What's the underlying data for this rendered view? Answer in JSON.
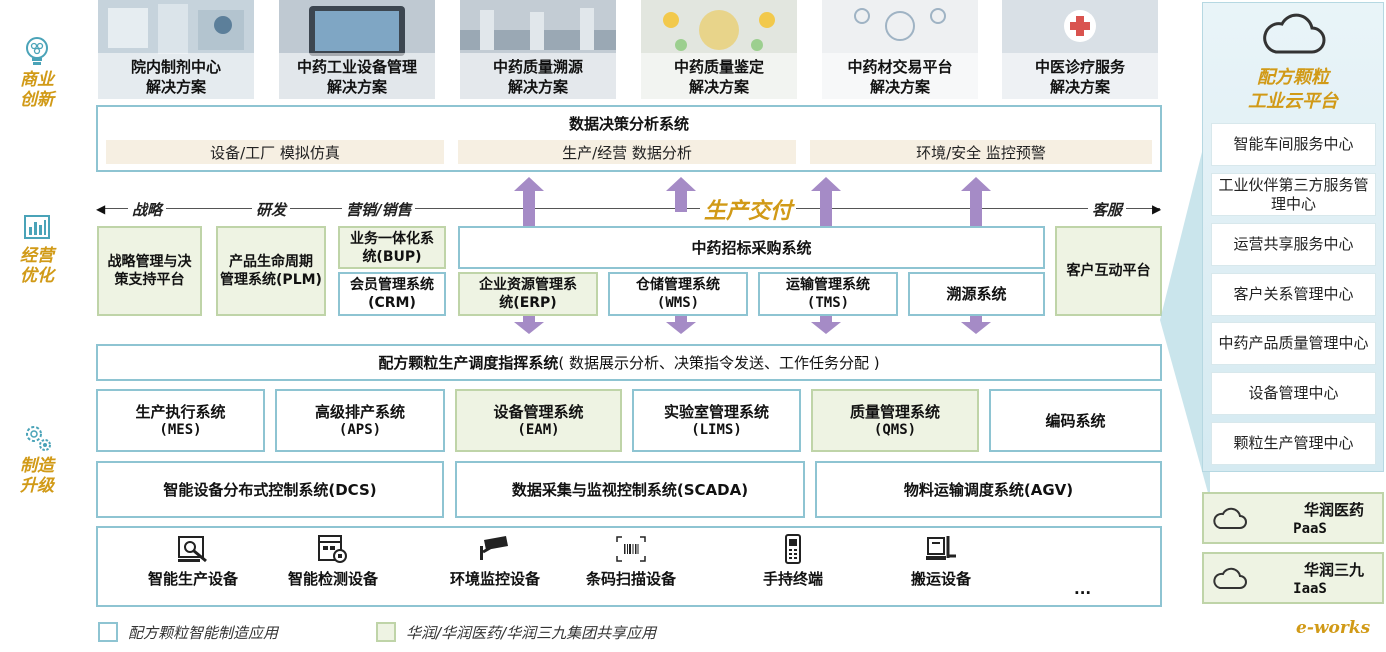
{
  "categories": [
    {
      "label": "商业\n创新",
      "icon": "lightbulb-icon"
    },
    {
      "label": "经营\n优化",
      "icon": "bar-chart-icon"
    },
    {
      "label": "制造\n升级",
      "icon": "gears-icon"
    }
  ],
  "solutions": [
    {
      "line1": "院内制剂中心",
      "line2": "解决方案"
    },
    {
      "line1": "中药工业设备管理",
      "line2": "解决方案"
    },
    {
      "line1": "中药质量溯源",
      "line2": "解决方案"
    },
    {
      "line1": "中药质量鉴定",
      "line2": "解决方案"
    },
    {
      "line1": "中药材交易平台",
      "line2": "解决方案"
    },
    {
      "line1": "中医诊疗服务",
      "line2": "解决方案"
    }
  ],
  "decision": {
    "title": "数据决策分析系统",
    "bands": [
      "设备/工厂  模拟仿真",
      "生产/经营  数据分析",
      "环境/安全  监控预警"
    ]
  },
  "stages": {
    "strategy": "战略",
    "rd": "研发",
    "marketing": "营销/销售",
    "delivery": "生产交付",
    "service": "客服"
  },
  "ops": {
    "strategy_platform": "战略管理与决策支持平台",
    "plm": {
      "line1": "产品生命周期",
      "line2": "管理系统(PLM)"
    },
    "bup": {
      "line1": "业务一体化系",
      "line2": "统(BUP)"
    },
    "crm": {
      "line1": "会员管理系统",
      "line2": "(CRM)"
    },
    "procurement": "中药招标采购系统",
    "erp": {
      "line1": "企业资源管理系",
      "line2": "统(ERP)"
    },
    "wms": {
      "line1": "仓储管理系统",
      "line2": "(WMS)"
    },
    "tms": {
      "line1": "运输管理系统",
      "line2": "(TMS)"
    },
    "trace": "溯源系统",
    "customer": "客户互动平台"
  },
  "dispatch": {
    "title": "配方颗粒生产调度指挥系统",
    "detail": "( 数据展示分析、决策指令发送、工作任务分配 )"
  },
  "mfg_row1": [
    {
      "line1": "生产执行系统",
      "line2": "(MES)",
      "shared": false
    },
    {
      "line1": "高级排产系统",
      "line2": "(APS)",
      "shared": false
    },
    {
      "line1": "设备管理系统",
      "line2": "(EAM)",
      "shared": true
    },
    {
      "line1": "实验室管理系统",
      "line2": "(LIMS)",
      "shared": false
    },
    {
      "line1": "质量管理系统",
      "line2": "(QMS)",
      "shared": true
    },
    {
      "line1": "编码系统",
      "line2": "",
      "shared": false
    }
  ],
  "mfg_row2": [
    "智能设备分布式控制系统(DCS)",
    "数据采集与监视控制系统(SCADA)",
    "物料运输调度系统(AGV)"
  ],
  "devices": [
    {
      "label": "智能生产设备",
      "icon": "production-equipment-icon"
    },
    {
      "label": "智能检测设备",
      "icon": "inspection-equipment-icon"
    },
    {
      "label": "环境监控设备",
      "icon": "cctv-camera-icon"
    },
    {
      "label": "条码扫描设备",
      "icon": "barcode-scanner-icon"
    },
    {
      "label": "手持终端",
      "icon": "handheld-terminal-icon"
    },
    {
      "label": "搬运设备",
      "icon": "forklift-icon"
    },
    {
      "label": "...",
      "icon": ""
    }
  ],
  "legend": {
    "app": "配方颗粒智能制造应用",
    "shared": "华润/华润医药/华润三九集团共享应用"
  },
  "cloud": {
    "title": "配方颗粒\n工业云平台",
    "items": [
      "智能车间服务中心",
      "工业伙伴第三方服务管理中心",
      "运营共享服务中心",
      "客户关系管理中心",
      "中药产品质量管理中心",
      "设备管理中心",
      "颗粒生产管理中心"
    ],
    "paas": {
      "name": "华润医药",
      "layer": "PaaS"
    },
    "iaas": {
      "name": "华润三九",
      "layer": "IaaS"
    }
  },
  "brand": "e-works",
  "colors": {
    "accent_gold": "#d19a17",
    "blue_border": "#8ec4d2",
    "green_border": "#bfd4a8",
    "arrow_purple": "#a58bc6"
  }
}
